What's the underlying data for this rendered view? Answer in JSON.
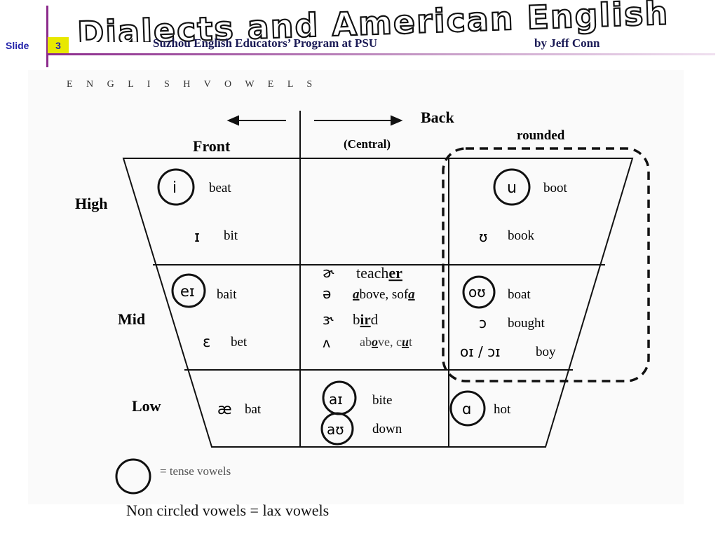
{
  "header": {
    "title": "Dialects and American English",
    "slide_label": "Slide",
    "slide_number": "3",
    "subtitle": "Suzhou English Educators’ Program at PSU",
    "author": "by Jeff Conn"
  },
  "chart": {
    "heading": "E N G L I S H   V O W E L S",
    "back_label": "Back",
    "front_label": "Front",
    "central_label": "(Central)",
    "rounded_label": "rounded",
    "rows": {
      "high": "High",
      "mid": "Mid",
      "low": "Low"
    },
    "vowels": {
      "i": {
        "symbol": "i",
        "word": "beat"
      },
      "I": {
        "symbol": "ɪ",
        "word": "bit"
      },
      "u": {
        "symbol": "u",
        "word": "boot"
      },
      "U": {
        "symbol": "ʊ",
        "word": "book"
      },
      "eI": {
        "symbol": "eɪ",
        "word": "bait"
      },
      "E": {
        "symbol": "ɛ",
        "word": "bet"
      },
      "schwar": {
        "symbol": "ɚ",
        "word_pre": "teach",
        "word_ul": "er",
        "word_post": ""
      },
      "schwa": {
        "symbol": "ə",
        "word_a1": "a",
        "word_mid": "bove, sof",
        "word_a2": "a"
      },
      "er": {
        "symbol": "ɝ",
        "word_pre": "b",
        "word_ul": "ir",
        "word_post": "d"
      },
      "wedge": {
        "symbol": "ʌ",
        "word_pre": "ab",
        "word_o": "o",
        "word_mid": "ve, c",
        "word_u": "u",
        "word_post": "t"
      },
      "oU": {
        "symbol": "oʊ",
        "word": "boat"
      },
      "open_o": {
        "symbol": "ɔ",
        "word": "bought"
      },
      "oi": {
        "symbol": "oɪ / ɔɪ",
        "word": "boy"
      },
      "ae": {
        "symbol": "æ",
        "word": "bat"
      },
      "aI": {
        "symbol": "aɪ",
        "word": "bite"
      },
      "aU": {
        "symbol": "aʊ",
        "word": "down"
      },
      "a": {
        "symbol": "ɑ",
        "word": "hot"
      }
    },
    "legend": "= tense vowels"
  },
  "footer": "Non circled vowels = lax vowels"
}
